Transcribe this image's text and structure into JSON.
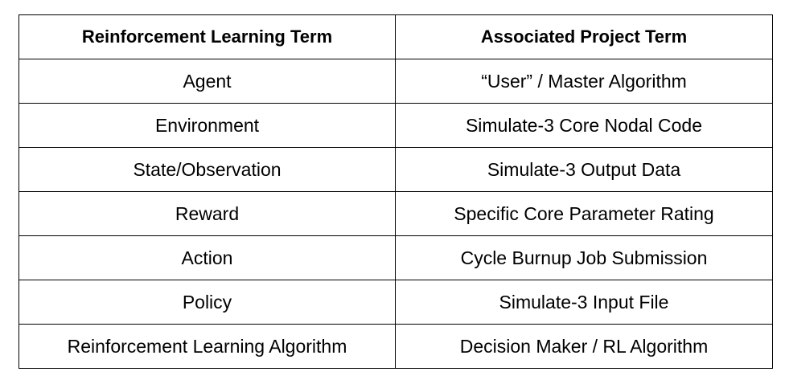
{
  "table": {
    "headers": [
      "Reinforcement Learning Term",
      "Associated Project Term"
    ],
    "rows": [
      [
        "Agent",
        "“User” / Master Algorithm"
      ],
      [
        "Environment",
        "Simulate-3 Core Nodal Code"
      ],
      [
        "State/Observation",
        "Simulate-3 Output Data"
      ],
      [
        "Reward",
        "Specific Core Parameter Rating"
      ],
      [
        "Action",
        "Cycle Burnup Job Submission"
      ],
      [
        "Policy",
        "Simulate-3 Input File"
      ],
      [
        "Reinforcement Learning Algorithm",
        "Decision Maker / RL Algorithm"
      ]
    ]
  }
}
